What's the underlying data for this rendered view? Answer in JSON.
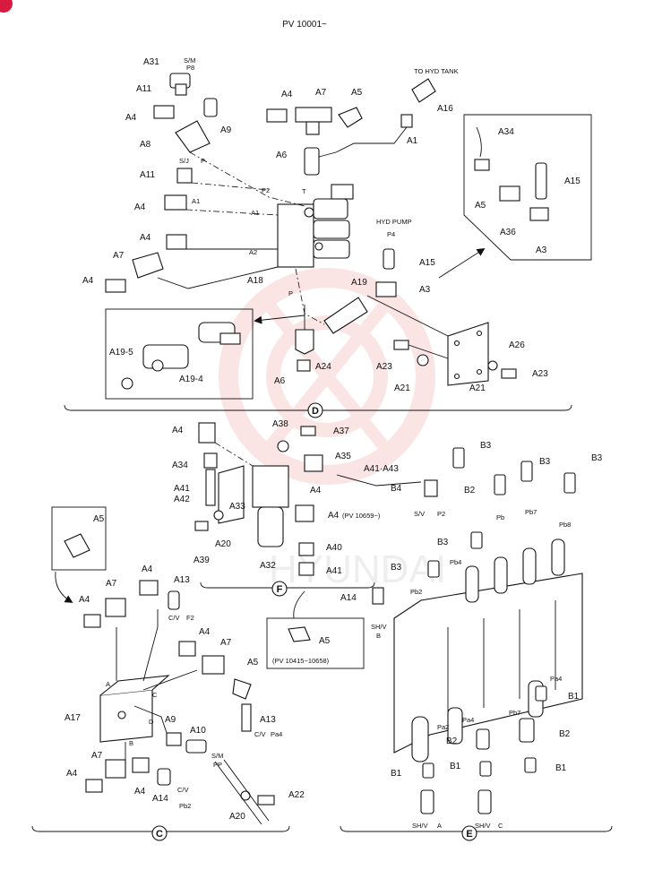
{
  "header": {
    "title": "PV 10001~"
  },
  "watermark": {
    "text": "HYUNDAI",
    "color": "#e53935"
  },
  "colors": {
    "line": "#111111",
    "watermark": "#f2b3b3",
    "corner_badge": "#d81b3c"
  },
  "sections": {
    "D": "D",
    "E": "E",
    "C": "C",
    "F": "F"
  },
  "notes": {
    "to_hyd_tank": "TO HYD TANK",
    "hyd_pump": "HYD PUMP",
    "pv_range_1": "(PV 10659~)",
    "pv_range_2": "(PV 10415~10658)"
  },
  "port_tags": {
    "p8": "P8",
    "p": "P",
    "p2": "P2",
    "a1": "A1",
    "a2": "A2",
    "t": "T",
    "p4": "P4",
    "pb": "Pb",
    "pb7": "Pb7",
    "pb8": "Pb8",
    "pb4": "Pb4",
    "pb2": "Pb2",
    "pa4": "Pa4",
    "pa2": "Pa2",
    "a_tag": "A",
    "b_tag": "B",
    "c_tag": "C",
    "d_tag": "D",
    "pp": "PP",
    "f2": "F2",
    "sw_b": "B",
    "sw_a": "A",
    "sw_c": "C"
  },
  "callouts": {
    "sm": "S/M",
    "sj": "S/J",
    "sv": "S/V",
    "shv": "SH/V",
    "cv": "C/V",
    "sm2": "S/M",
    "cv2": "C/V",
    "cv3": "C/V",
    "shv_a": "SH/V",
    "shv_c": "SH/V"
  },
  "labels": {
    "a31": "A31",
    "a11": "A11",
    "a4_1": "A4",
    "a8": "A8",
    "a9": "A9",
    "a11b": "A11",
    "a4_2": "A4",
    "a4_3": "A4",
    "a7_1": "A7",
    "a4_4": "A4",
    "a4_top": "A4",
    "a7_top": "A7",
    "a5_top": "A5",
    "a6_top": "A6",
    "a16": "A16",
    "a1": "A1",
    "a34_box": "A34",
    "a15_box": "A15",
    "a5_box": "A5",
    "a36": "A36",
    "a3_box": "A3",
    "a15": "A15",
    "a3": "A3",
    "a19": "A19",
    "a18": "A18",
    "a26": "A26",
    "a23_1": "A23",
    "a21_1": "A21",
    "a21_2": "A21",
    "a23_2": "A23",
    "a24": "A24",
    "a6_b": "A6",
    "a19_5": "A19-5",
    "a19_4": "A19-4",
    "a4_f1": "A4",
    "a38": "A38",
    "a37": "A37",
    "a35": "A35",
    "a34": "A34",
    "a41_43": "A41·A43",
    "a41": "A41",
    "a42": "A42",
    "a33": "A33",
    "a4_f2": "A4",
    "a4_f3": "A4",
    "a20": "A20",
    "a39": "A39",
    "a32": "A32",
    "a40": "A40",
    "a41b": "A41",
    "b4": "B4",
    "b3_1": "B3",
    "b3_2": "B3",
    "b3_3": "B3",
    "b3_4": "B3",
    "b3_5": "B3",
    "b2_1": "B2",
    "a14_e": "A14",
    "b1_1": "B1",
    "b2_2": "B2",
    "b2_3": "B2",
    "b1_2": "B1",
    "b1_3": "B1",
    "b1_4": "B1",
    "a5_c": "A5",
    "a4_c1": "A4",
    "a7_c1": "A7",
    "a4_c2": "A4",
    "a13_1": "A13",
    "a5_pv": "A5",
    "a4_c3": "A4",
    "a7_c2": "A7",
    "a5_c2": "A5",
    "a13_2": "A13",
    "a17": "A17",
    "a9_c": "A9",
    "a10": "A10",
    "a7_c3": "A7",
    "a4_c4": "A4",
    "a4_c5": "A4",
    "a14_c": "A14",
    "a20_c": "A20",
    "a22": "A22"
  }
}
